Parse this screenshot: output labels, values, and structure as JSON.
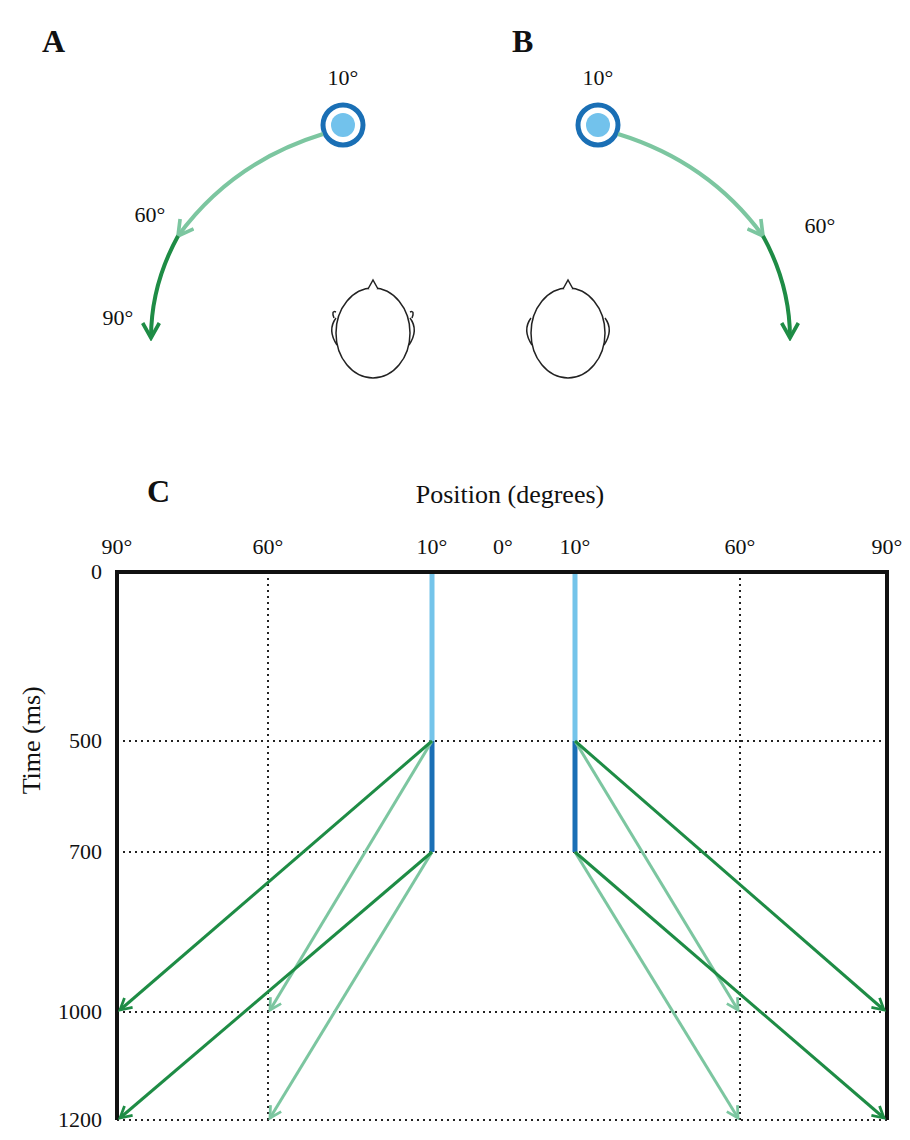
{
  "diagram": {
    "labels": [
      "A",
      "10°",
      "60°",
      "90°",
      "B",
      "10°",
      "60°",
      "C",
      "Position (degrees)",
      "90°",
      "60°",
      "10°",
      "0°",
      "10°",
      "60°",
      "90°",
      "Time (ms)",
      "0",
      "500",
      "700",
      "1000",
      "1200"
    ]
  }
}
